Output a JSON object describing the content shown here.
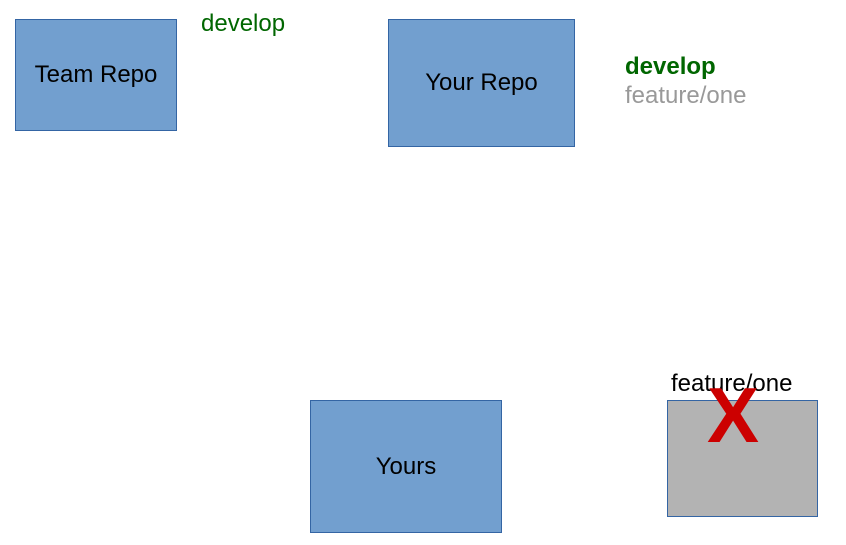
{
  "boxes": {
    "team_repo": "Team Repo",
    "your_repo": "Your Repo",
    "yours": "Yours"
  },
  "labels": {
    "team_branch": "develop",
    "your_branch_active": "develop",
    "your_branch_other": "feature/one",
    "deleted_branch": "feature/one",
    "deleted_mark": "X"
  },
  "colors": {
    "box_fill": "#729fcf",
    "box_border": "#3465a4",
    "deleted_box_fill": "#b3b3b3",
    "branch_green": "#006600",
    "branch_inactive_gray": "#999999",
    "delete_mark_red": "#cc0000"
  }
}
